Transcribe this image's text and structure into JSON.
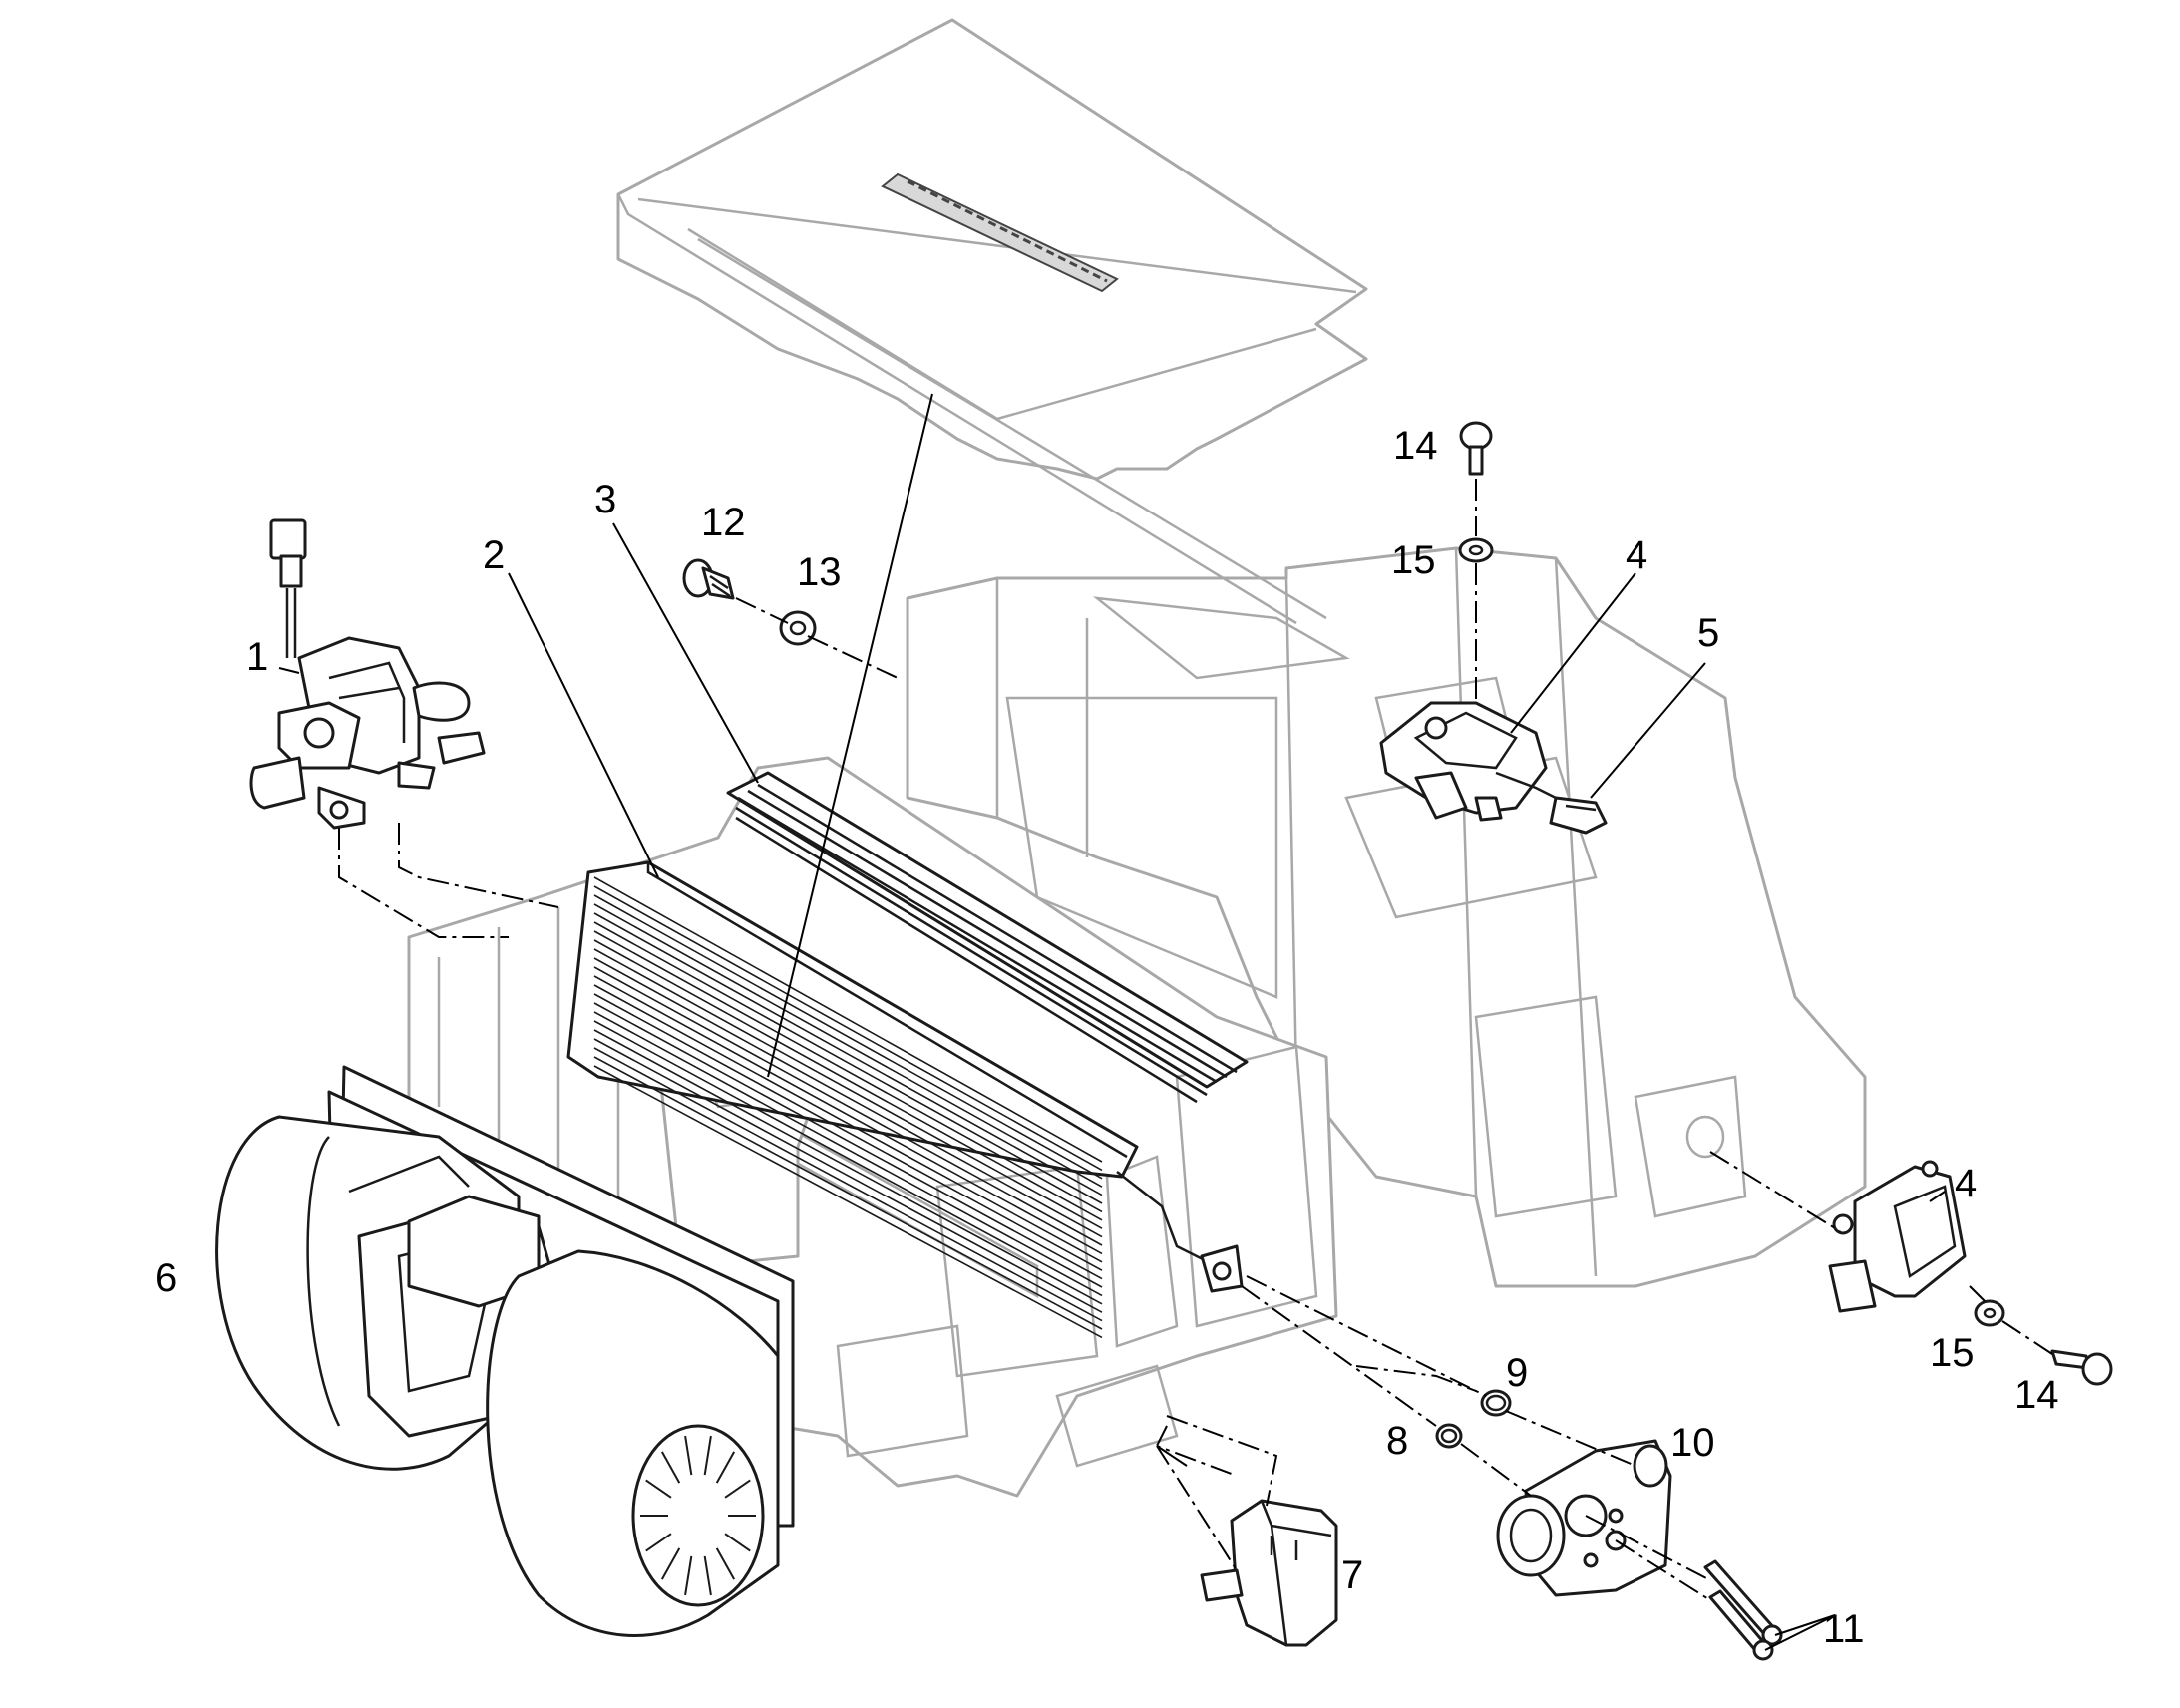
{
  "callouts": {
    "c1": "1",
    "c2": "2",
    "c3": "3",
    "c4a": "4",
    "c4b": "4",
    "c5": "5",
    "c6": "6",
    "c7": "7",
    "c8": "8",
    "c9": "9",
    "c10": "10",
    "c11": "11",
    "c12": "12",
    "c13": "13",
    "c14a": "14",
    "c14b": "14",
    "c15a": "15",
    "c15b": "15"
  }
}
